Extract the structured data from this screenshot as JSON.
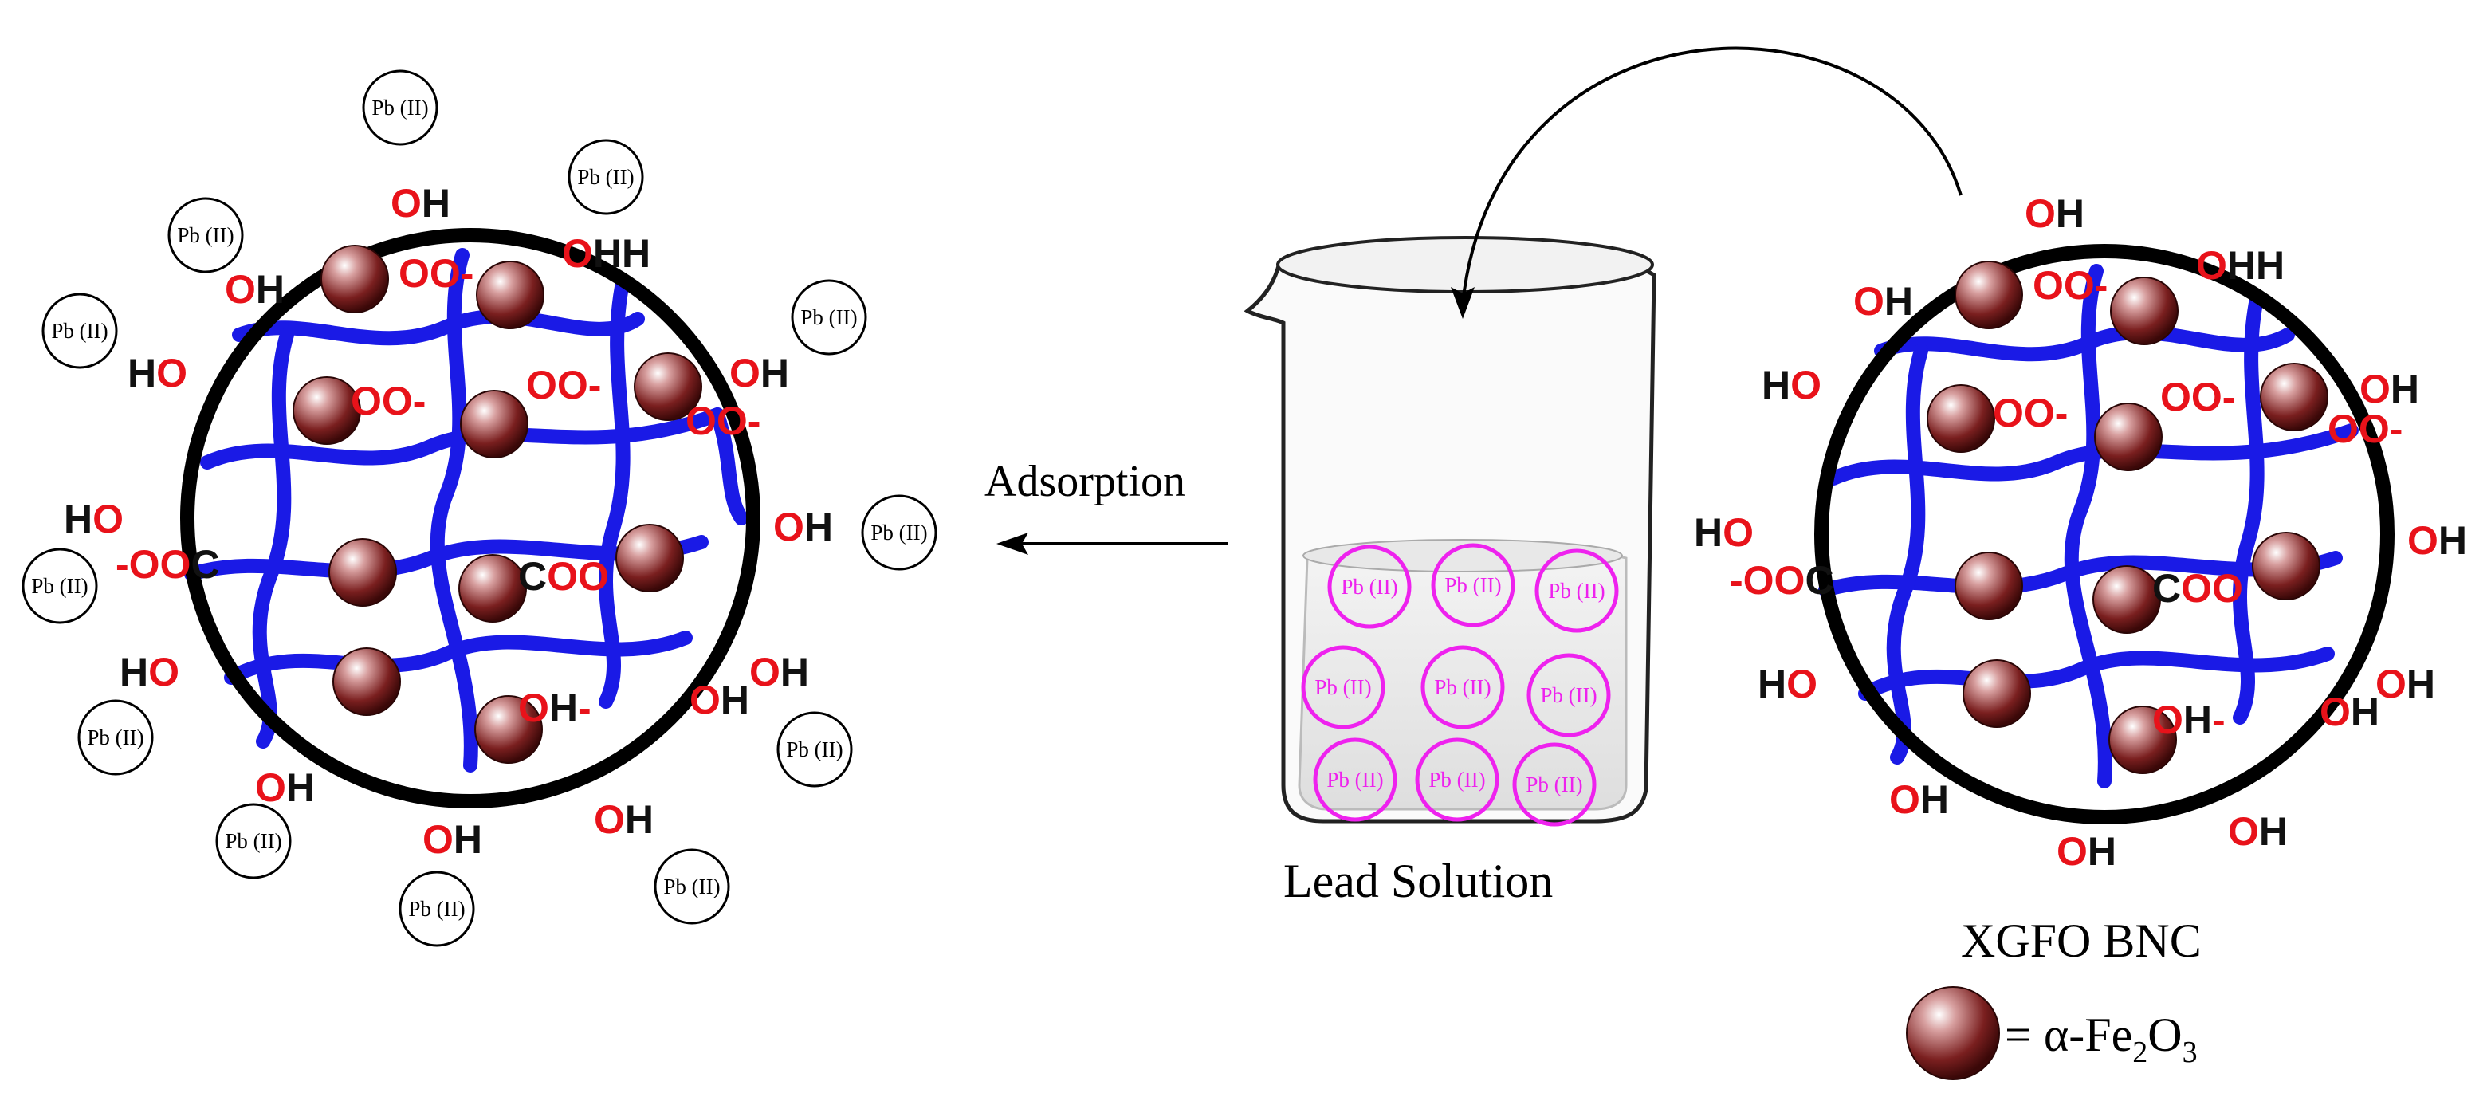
{
  "ion_label": "Pb (II)",
  "labels": {
    "oh_o": "O",
    "oh_h": "H",
    "ho_h": "H",
    "ho_o": "O",
    "coo_c": "C",
    "coo_o": "OO",
    "coo_minus": "-"
  },
  "captions": {
    "adsorption": "Adsorption",
    "lead_solution": "Lead Solution",
    "composite_name": "XGFO BNC",
    "legend_eq": "= α-Fe",
    "legend_sub1": "2",
    "legend_o": "O",
    "legend_sub2": "3"
  },
  "colors": {
    "o_red": "#e8121a",
    "chain_blue": "#1a1ae6",
    "ion_magenta": "#ee22ee",
    "sphere": "#7a1f1f",
    "ring": "#000000"
  }
}
